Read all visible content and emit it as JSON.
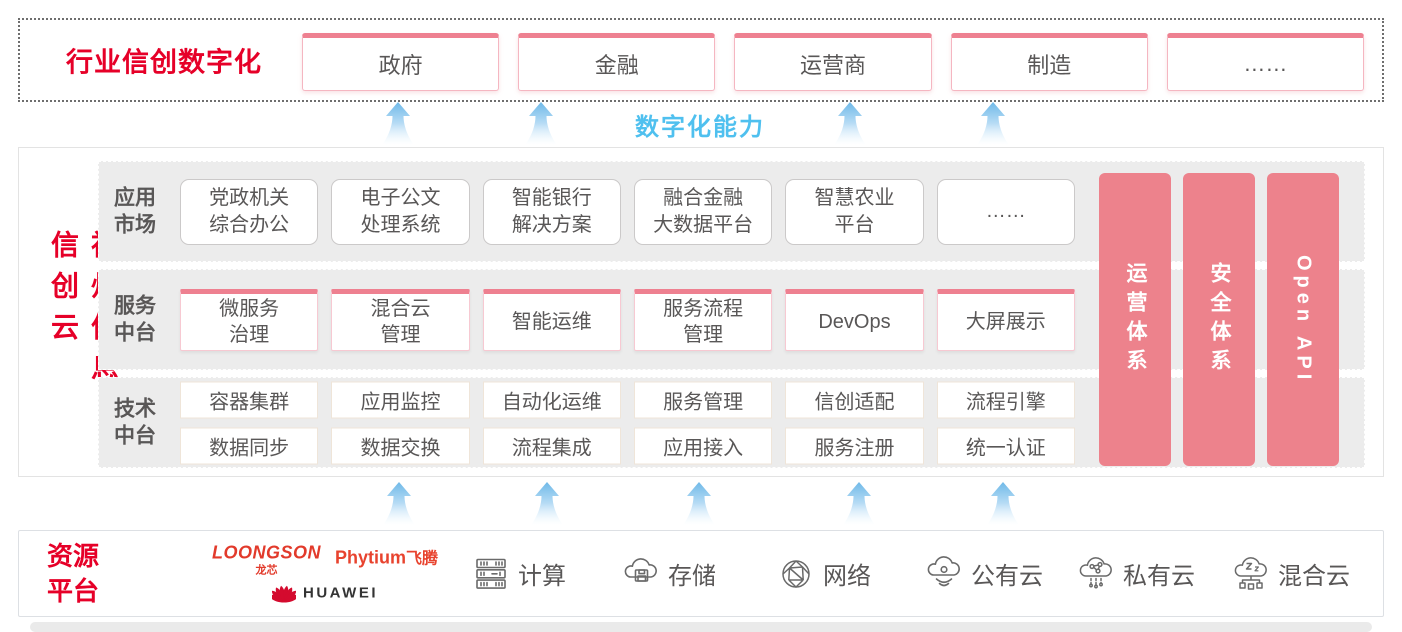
{
  "colors": {
    "accent_red": "#e60028",
    "bar_pink": "#ed828c",
    "box_top_pink": "#ee8090",
    "capability_blue": "#4fc0ef",
    "text_dark": "#595757",
    "row_gray": "#ececec"
  },
  "industry": {
    "title": "行业信创数字化",
    "boxes": [
      "政府",
      "金融",
      "运营商",
      "制造",
      "……"
    ]
  },
  "capability_label": "数字化能力",
  "platform": {
    "vertical_title": "神州信息信创云",
    "app_market": {
      "label": "应用\n市场",
      "items": [
        "党政机关\n综合办公",
        "电子公文\n处理系统",
        "智能银行\n解决方案",
        "融合金融\n大数据平台",
        "智慧农业\n平台",
        "……"
      ]
    },
    "service_platform": {
      "label": "服务\n中台",
      "items": [
        "微服务\n治理",
        "混合云\n管理",
        "智能运维",
        "服务流程\n管理",
        "DevOps",
        "大屏展示"
      ]
    },
    "tech_platform": {
      "label": "技术\n中台",
      "items": [
        "容器集群",
        "应用监控",
        "自动化运维",
        "服务管理",
        "信创适配",
        "流程引擎",
        "数据同步",
        "数据交换",
        "流程集成",
        "应用接入",
        "服务注册",
        "统一认证"
      ]
    },
    "side_bars": [
      "运营体系",
      "安全体系",
      "Open API"
    ]
  },
  "resource": {
    "label": "资源\n平台",
    "vendors": {
      "loongson": "LOONGSON",
      "loongson_sub": "龙芯",
      "phytium": "Phytium",
      "phytium_sub": "飞腾",
      "huawei": "HUAWEI"
    },
    "items": [
      {
        "icon": "compute-icon",
        "label": "计算"
      },
      {
        "icon": "storage-icon",
        "label": "存储"
      },
      {
        "icon": "network-icon",
        "label": "网络"
      },
      {
        "icon": "public-cloud-icon",
        "label": "公有云"
      },
      {
        "icon": "private-cloud-icon",
        "label": "私有云"
      },
      {
        "icon": "hybrid-cloud-icon",
        "label": "混合云"
      }
    ]
  }
}
